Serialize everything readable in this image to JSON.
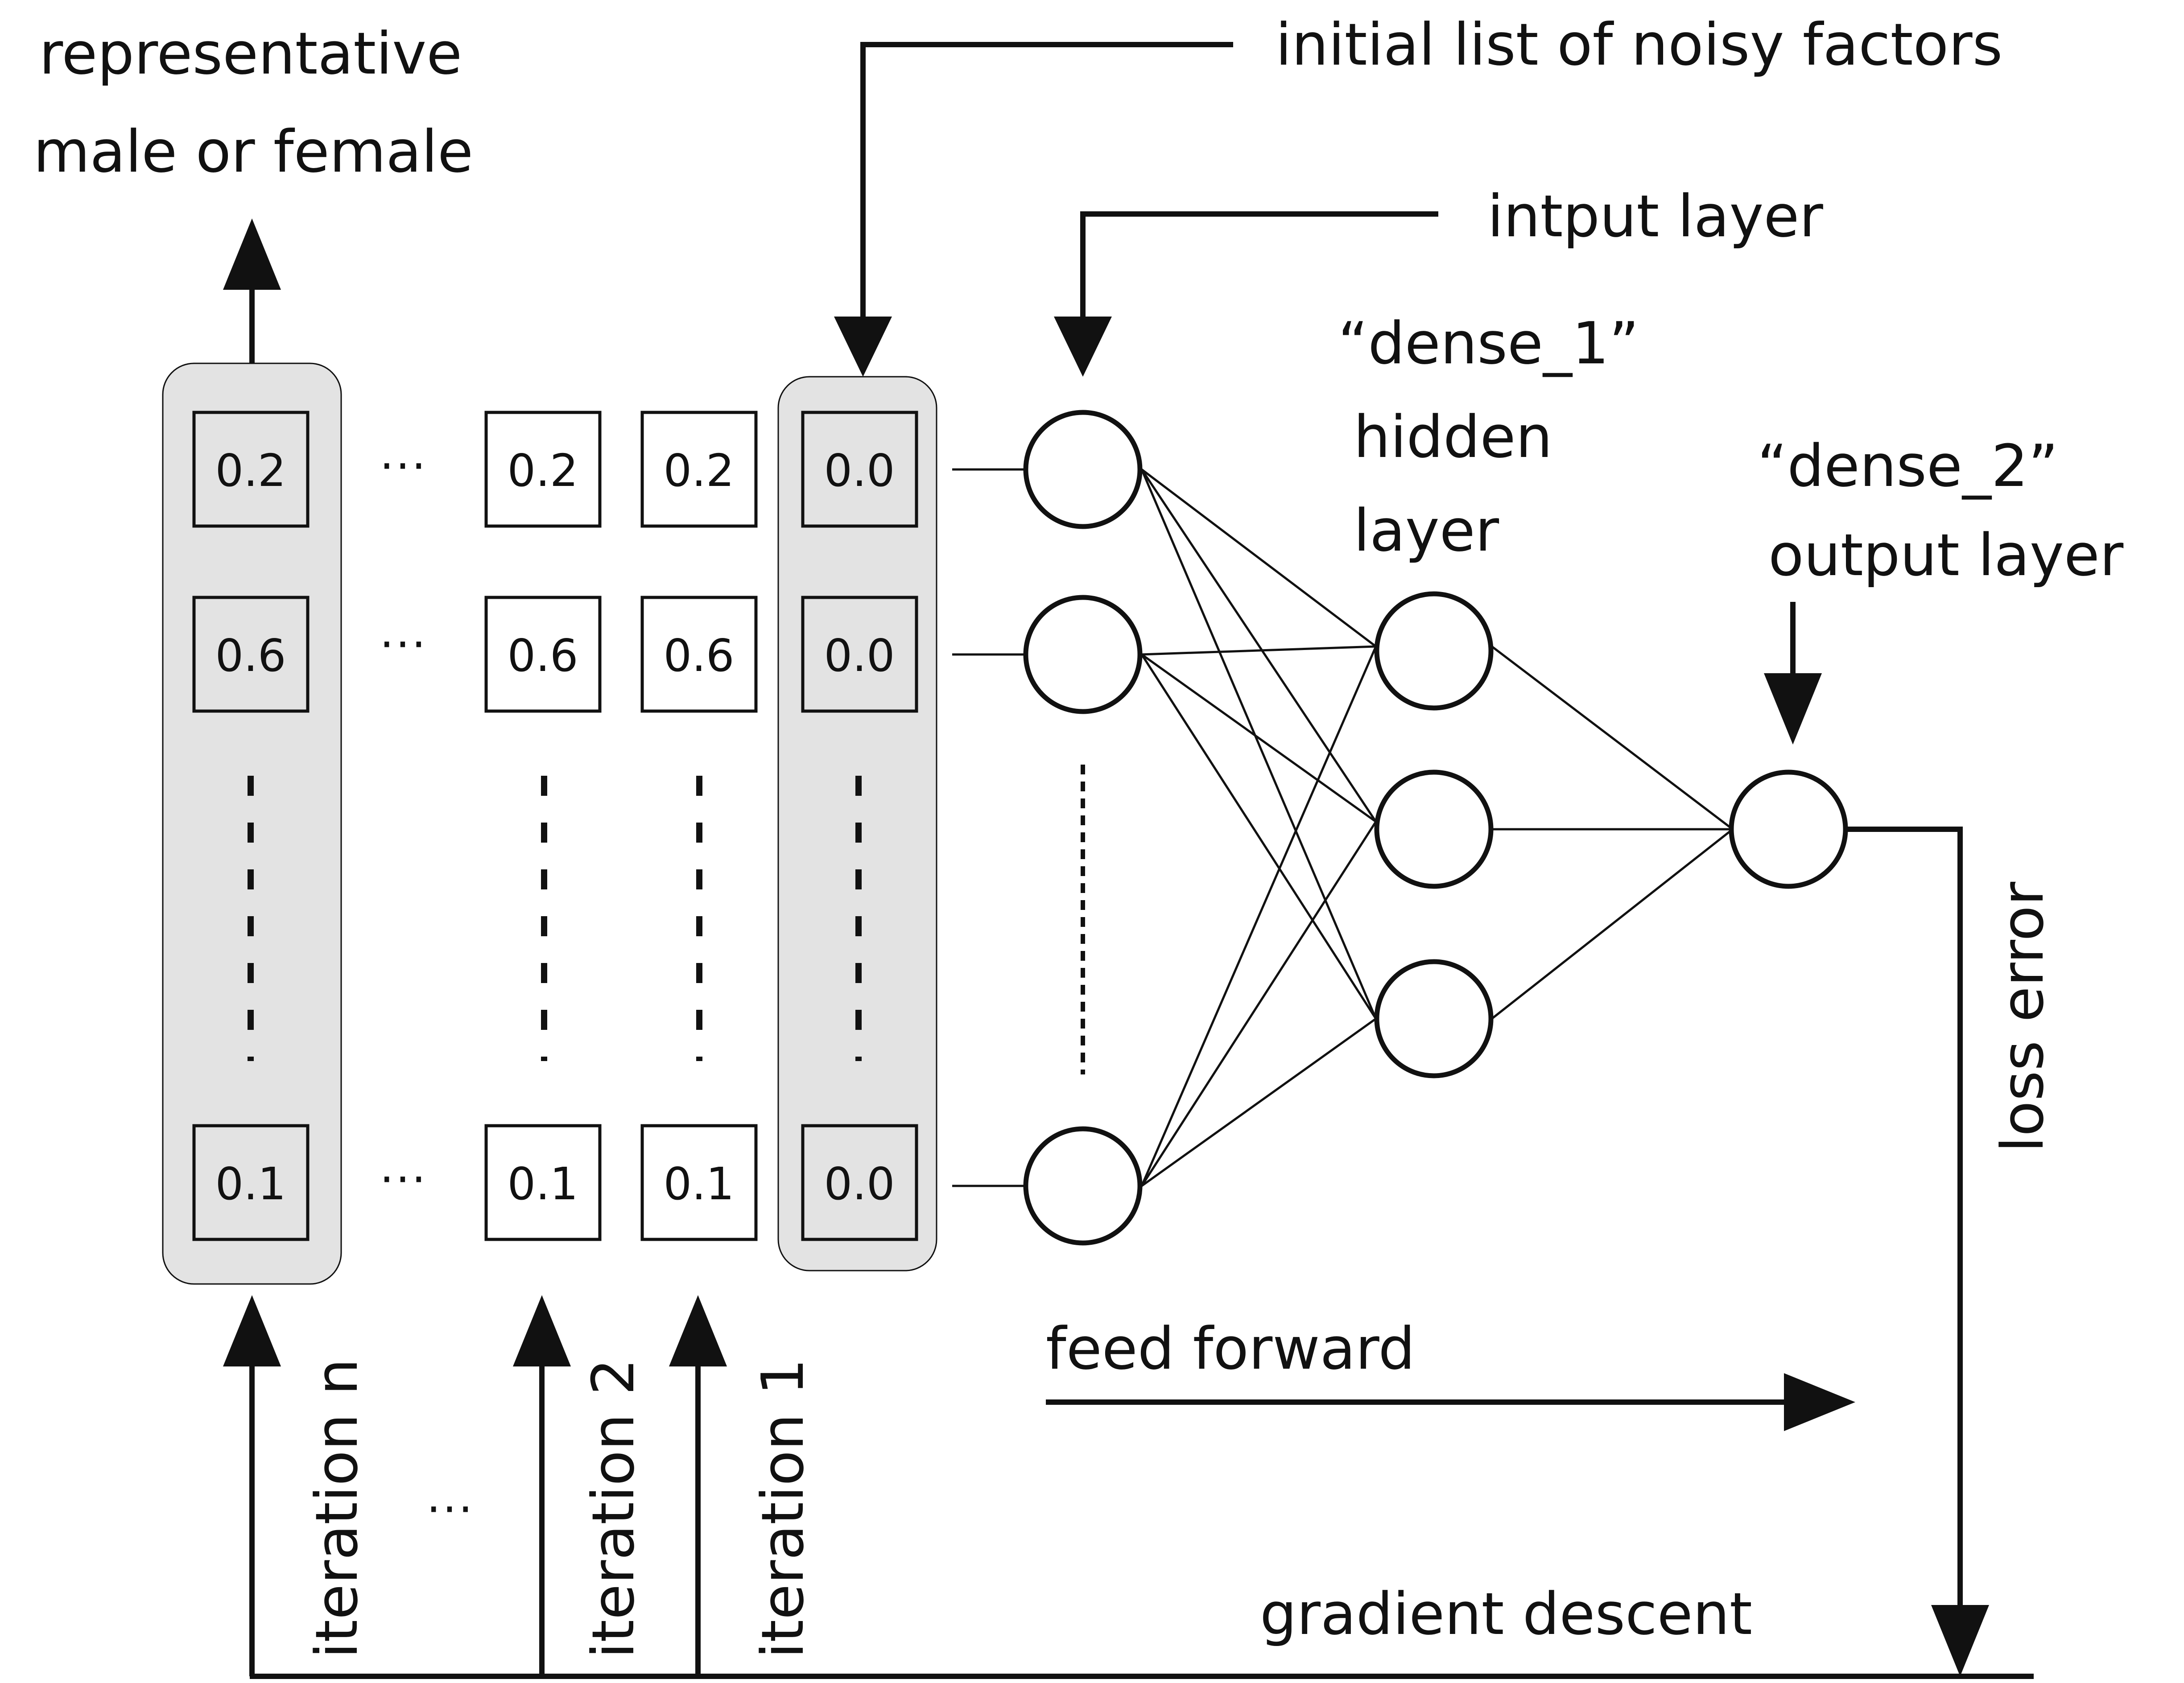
{
  "labels": {
    "representative_line1": "representative",
    "representative_line2": "male or female",
    "initial_noisy": "initial list of noisy factors",
    "input_layer": "intput layer",
    "dense1_name": "“dense_1”",
    "dense1_hidden": "hidden",
    "dense1_layer": "layer",
    "dense2_name": "“dense_2”",
    "dense2_output": "output layer",
    "loss_error": "loss error",
    "feed_forward": "feed forward",
    "gradient_descent": "gradient descent",
    "iteration_n": "iteration n",
    "iteration_2": "iteration 2",
    "iteration_1": "iteration 1",
    "ellipsis": "···"
  },
  "columns": [
    {
      "id": "iteration-n",
      "highlighted": true,
      "values": [
        "0.2",
        "0.6",
        "0.1"
      ]
    },
    {
      "id": "iteration-2",
      "highlighted": false,
      "values": [
        "0.2",
        "0.6",
        "0.1"
      ]
    },
    {
      "id": "iteration-1",
      "highlighted": false,
      "values": [
        "0.2",
        "0.6",
        "0.1"
      ]
    },
    {
      "id": "initial",
      "highlighted": true,
      "values": [
        "0.0",
        "0.0",
        "0.0"
      ]
    }
  ],
  "colors": {
    "highlight": "#e3e3e3",
    "stroke": "#111111"
  }
}
